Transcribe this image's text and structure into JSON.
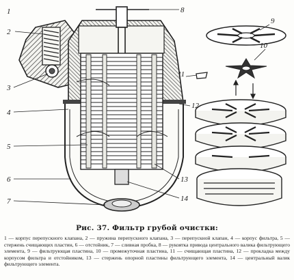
{
  "figure": {
    "labels": {
      "l1": "1",
      "l2": "2",
      "l3": "3",
      "l4": "4",
      "l5": "5",
      "l6": "6",
      "l7": "7",
      "l8": "8",
      "l9": "9",
      "l10": "10",
      "l11": "11",
      "l12": "12",
      "l13": "13",
      "l14": "14"
    }
  },
  "caption": "Рис. 37. Фильтр грубой очистки:",
  "legend": "1 — корпус перепускного клапана, 2 — пружина перепускного клапана, 3 — перепускной клапан, 4 — корпус фильтра, 5 — стержень счищающих пластин, 6 — отстойник, 7 — сливная пробка, 8 — рукоятка привода центрального валика фильтрующего элемента, 9 — фильтрующая пластина, 10 — промежуточная пластина, 11 — счищающая пластина, 12 — прокладка между корпусом фильтра и отстойником, 13 — стержень опорной пластины фильтрующего элемента, 14 — центральный валик фильтрующего элемента."
}
